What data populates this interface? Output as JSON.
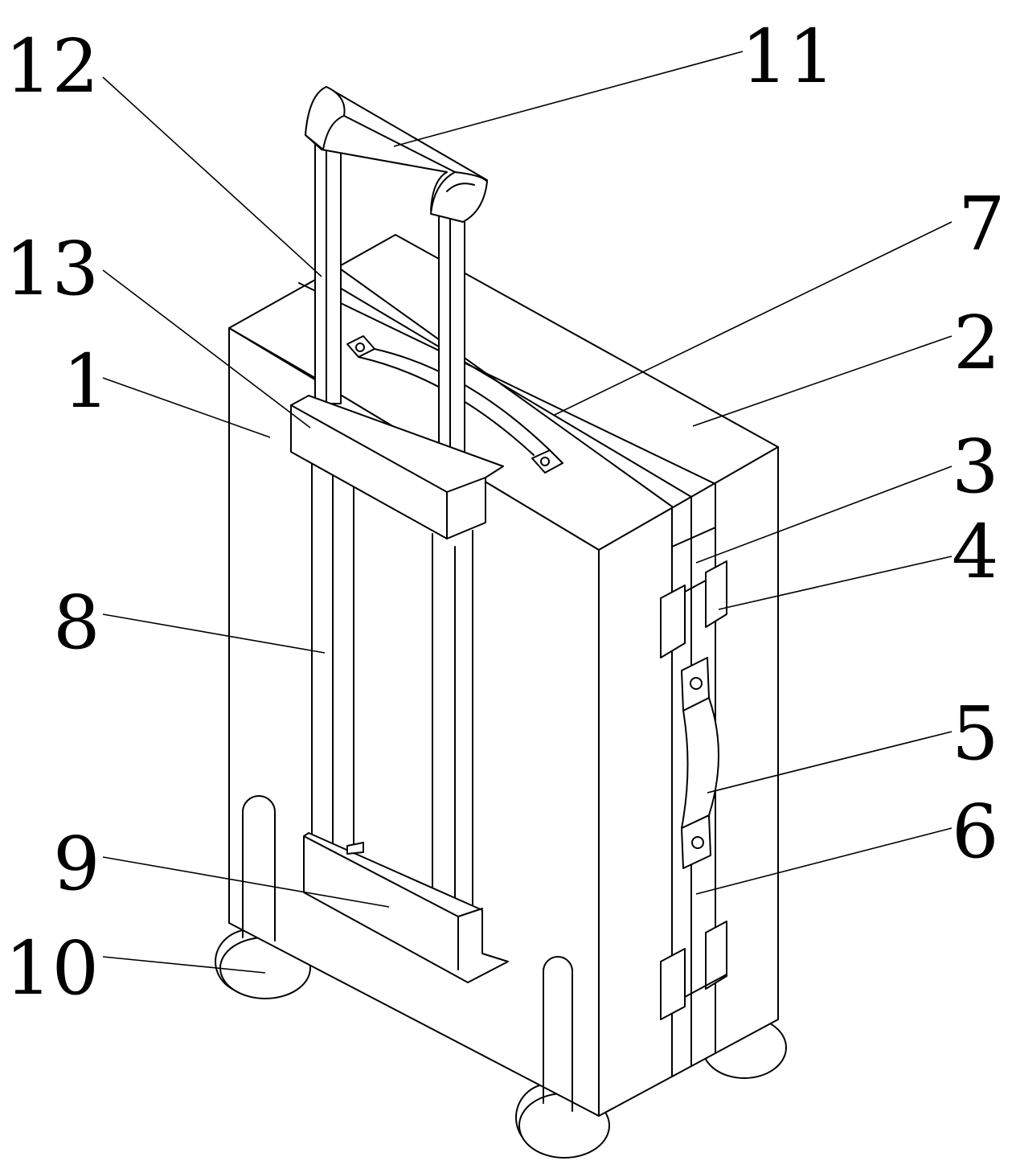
{
  "labels": [
    {
      "id": "1",
      "text": "1",
      "part": "case-front-shell"
    },
    {
      "id": "2",
      "text": "2",
      "part": "case-rear-shell"
    },
    {
      "id": "3",
      "text": "3",
      "part": "side-frame-upper"
    },
    {
      "id": "4",
      "text": "4",
      "part": "upper-latch"
    },
    {
      "id": "5",
      "text": "5",
      "part": "side-carry-handle"
    },
    {
      "id": "6",
      "text": "6",
      "part": "side-frame-lower"
    },
    {
      "id": "7",
      "text": "7",
      "part": "top-seam-strip"
    },
    {
      "id": "8",
      "text": "8",
      "part": "telescopic-rail"
    },
    {
      "id": "9",
      "text": "9",
      "part": "bottom-rail-mount"
    },
    {
      "id": "10",
      "text": "10",
      "part": "caster-wheel"
    },
    {
      "id": "11",
      "text": "11",
      "part": "trolley-handle-grip"
    },
    {
      "id": "12",
      "text": "12",
      "part": "telescopic-rod"
    },
    {
      "id": "13",
      "text": "13",
      "part": "top-rail-mount"
    }
  ]
}
